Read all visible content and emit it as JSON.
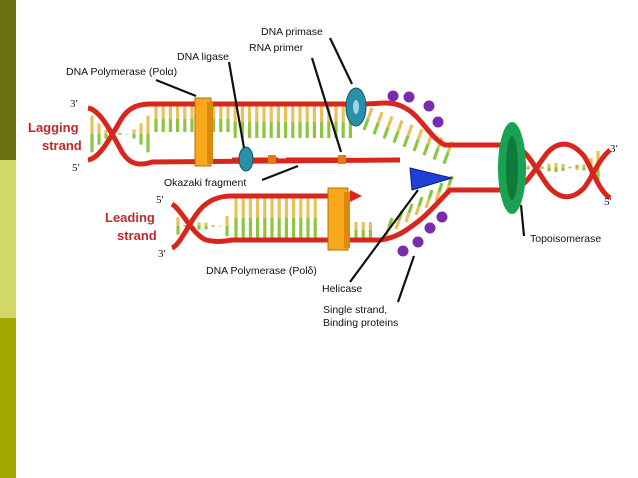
{
  "colors": {
    "backbone": "#d9261c",
    "rung_a": "#8cc63f",
    "rung_b": "#e8c15a",
    "polymerase": "#f7a81b",
    "primase": "#2a8fa8",
    "ligase": "#2a8fa8",
    "ssb": "#7a2bb0",
    "helicase": "#1f3fd6",
    "topoisomerase": "#1aa152",
    "strand_label": "#c0282d",
    "sidebar": [
      "#6b6f0f",
      "#d2d86a",
      "#a3a800"
    ]
  },
  "strands": {
    "lagging": "Lagging strand",
    "leading": "Leading strand"
  },
  "ends": {
    "lagging_top": "3′",
    "lagging_bottom": "5′",
    "leading_top": "5′",
    "leading_bottom": "3′",
    "right_top": "3′",
    "right_bottom": "5′"
  },
  "labels": {
    "dna_primase": "DNA primase",
    "rna_primer": "RNA primer",
    "dna_ligase": "DNA ligase",
    "pol_alpha": "DNA Polymerase (Polα)",
    "okazaki": "Okazaki fragment",
    "pol_delta": "DNA Polymerase (Polδ)",
    "helicase": "Helicase",
    "ssb_line1": "Single strand,",
    "ssb_line2": "Binding proteins",
    "topoisomerase": "Topoisomerase"
  },
  "icons": [
    "polymerase-block-icon",
    "primase-ring-icon",
    "ligase-oval-icon",
    "helicase-triangle-icon",
    "topoisomerase-ring-icon",
    "ssb-protein-icon"
  ]
}
